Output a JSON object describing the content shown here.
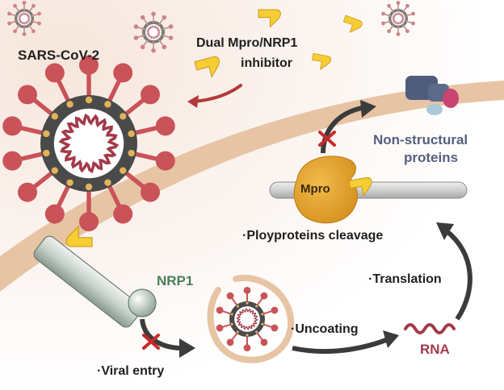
{
  "labels": {
    "virus": "SARS-CoV-2",
    "inhibitor_line1": "Dual Mpro/NRP1",
    "inhibitor_line2": "inhibitor",
    "receptor": "NRP1",
    "viral_entry": "·Viral entry",
    "uncoating": "·Uncoating",
    "rna": "RNA",
    "translation": "·Translation",
    "cleavage": "·Ployproteins cleavage",
    "protease": "Mpro",
    "product_line1": "Non-structural",
    "product_line2": "proteins"
  },
  "colors": {
    "background_warm": "#f6e6dc",
    "membrane": "#e7c4a4",
    "spike": "#c95358",
    "capsid": "#4a4a4a",
    "rna_strand": "#a23a4a",
    "inhibitor": "#f7cd36",
    "mpro": "#e6a52c",
    "receptor_label": "#4a7e5a",
    "product_label": "#545f80",
    "arrow": "#3b3b3b",
    "block_mark": "#c62b2b"
  },
  "icons": [
    "virus-icon",
    "inhibitor-icon",
    "nrp1-receptor-icon",
    "endosome-icon",
    "rna-icon",
    "mpro-icon",
    "protein-blocks-icon",
    "block-x-icon"
  ]
}
